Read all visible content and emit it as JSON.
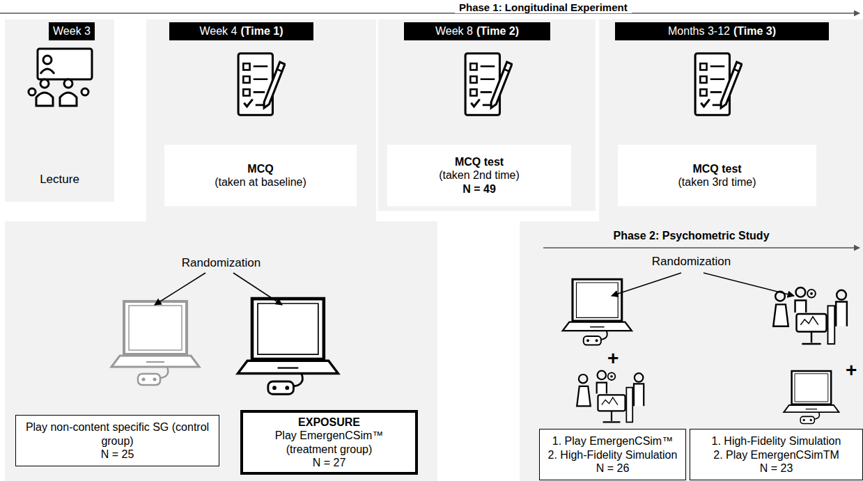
{
  "diagram": {
    "title": "Phase 1: Longitudinal Experiment",
    "nodes": [
      {
        "text": [
          "Lecture"
        ]
      },
      {
        "text": [
          "Week 3"
        ],
        "in": 0
      },
      {
        "text": [
          "Week 4",
          "(Time 1)"
        ]
      },
      {
        "text": [
          "MCQ",
          "(taken at baseline)"
        ]
      },
      {
        "text": [
          "Week 8",
          "(Time 2)"
        ]
      },
      {
        "text": [
          "MCQ test",
          "(taken 2nd time)",
          "N = 49"
        ]
      },
      {
        "text": [
          "Months 3-12",
          "(Time 3)"
        ]
      },
      {
        "text": [
          "MCQ test",
          "(taken 3rd time)"
        ]
      },
      {
        "text": [
          "Randomization"
        ]
      },
      {
        "text": [
          "Play non-content specific SG (control group)",
          "N = 25"
        ],
        "in": 8
      },
      {
        "text": [
          "EXPOSURE",
          "Play EmergenCSim™ (treatment group)",
          "N = 27"
        ],
        "in": 8
      },
      {
        "text": [
          "Phase 2: Psychometric Study",
          "Randomization"
        ]
      },
      {
        "text": [
          "1. Play EmergenCSim™",
          "2. High-Fidelity Simulation",
          "N = 26"
        ],
        "in": 11
      },
      {
        "text": [
          "1. High-Fidelity Simulation",
          "2. Play EmergenCSimTM",
          "N = 23"
        ],
        "in": 11
      }
    ],
    "labels": [
      "+",
      "+"
    ]
  }
}
